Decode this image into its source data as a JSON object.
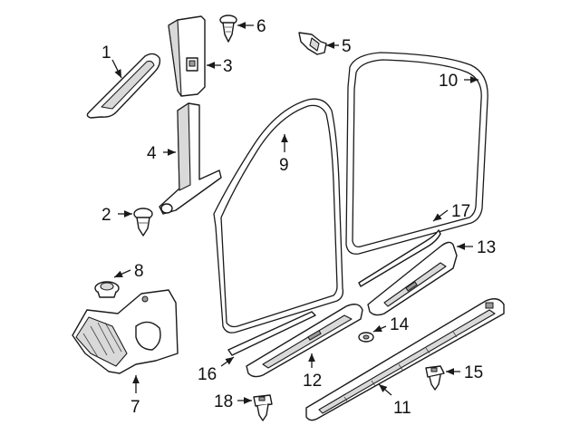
{
  "callouts": [
    {
      "id": "1",
      "text": "1"
    },
    {
      "id": "2",
      "text": "2"
    },
    {
      "id": "3",
      "text": "3"
    },
    {
      "id": "4",
      "text": "4"
    },
    {
      "id": "5",
      "text": "5"
    },
    {
      "id": "6",
      "text": "6"
    },
    {
      "id": "7",
      "text": "7"
    },
    {
      "id": "8",
      "text": "8"
    },
    {
      "id": "9",
      "text": "9"
    },
    {
      "id": "10",
      "text": "10"
    },
    {
      "id": "11",
      "text": "11"
    },
    {
      "id": "12",
      "text": "12"
    },
    {
      "id": "13",
      "text": "13"
    },
    {
      "id": "14",
      "text": "14"
    },
    {
      "id": "15",
      "text": "15"
    },
    {
      "id": "16",
      "text": "16"
    },
    {
      "id": "17",
      "text": "17"
    },
    {
      "id": "18",
      "text": "18"
    }
  ],
  "colors": {
    "line": "#1a1a1a",
    "background": "#ffffff",
    "shade": "#d9d9d9"
  }
}
